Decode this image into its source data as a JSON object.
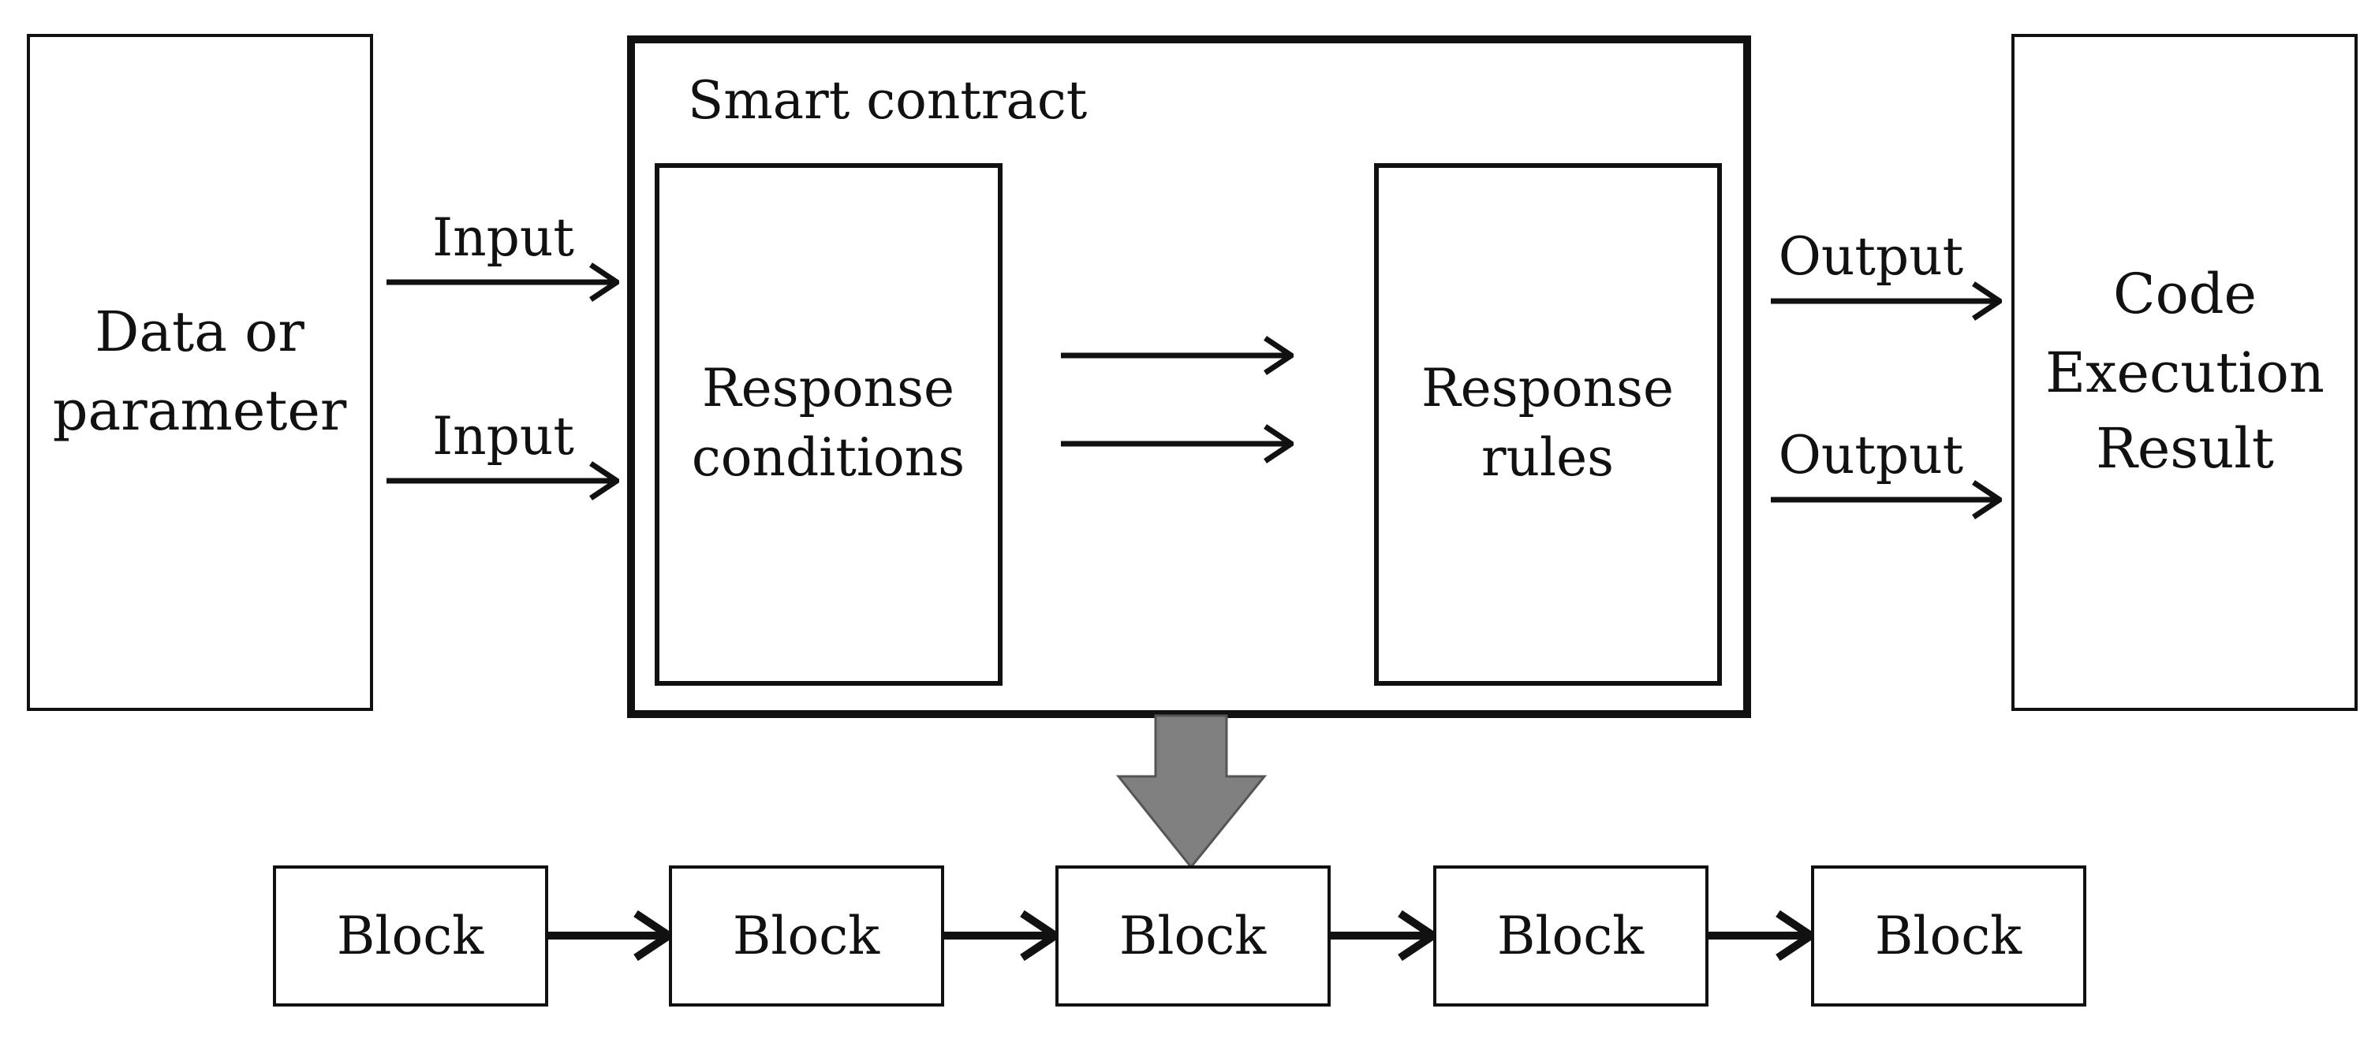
{
  "input_box": {
    "lines": [
      "Data or",
      "parameter"
    ]
  },
  "smart_contract": {
    "title": "Smart contract",
    "conditions_box": {
      "lines": [
        "Response",
        "conditions"
      ]
    },
    "rules_box": {
      "lines": [
        "Response",
        "rules"
      ]
    }
  },
  "result_box": {
    "lines": [
      "Code",
      "Execution",
      "Result"
    ]
  },
  "input_labels": [
    "Input",
    "Input"
  ],
  "output_labels": [
    "Output",
    "Output"
  ],
  "chain": {
    "blocks": [
      "Block",
      "Block",
      "Block",
      "Block",
      "Block"
    ]
  },
  "colors": {
    "stroke": "#111111",
    "deploy_arrow_fill": "#808080",
    "deploy_arrow_stroke": "#555555"
  }
}
